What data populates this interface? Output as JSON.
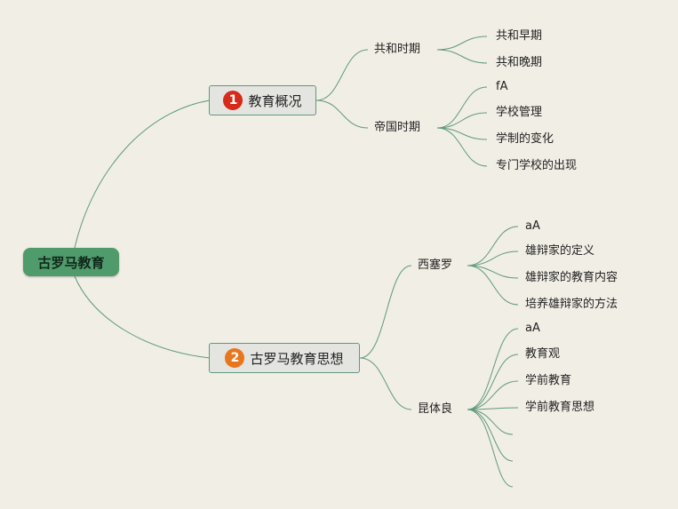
{
  "root": {
    "label": "古罗马教育"
  },
  "branches": [
    {
      "number": "1",
      "badge_color": "#d62a1a",
      "label": "教育概况",
      "children": [
        {
          "label": "共和时期",
          "children": [
            "共和早期",
            "共和晚期"
          ]
        },
        {
          "label": "帝国时期",
          "children": [
            "fA",
            "学校管理",
            "学制的变化",
            "专门学校的出现"
          ]
        }
      ]
    },
    {
      "number": "2",
      "badge_color": "#e9761d",
      "label": "古罗马教育思想",
      "children": [
        {
          "label": "西塞罗",
          "children": [
            "aA",
            "雄辩家的定义",
            "雄辩家的教育内容",
            "培养雄辩家的方法"
          ]
        },
        {
          "label": "昆体良",
          "children": [
            "aA",
            "教育观",
            "学前教育",
            "学前教育思想",
            "",
            "",
            ""
          ]
        }
      ]
    }
  ],
  "colors": {
    "line": "#5f9a7d",
    "root_fill": "#4f9b6b",
    "background": "#f1eee5"
  }
}
